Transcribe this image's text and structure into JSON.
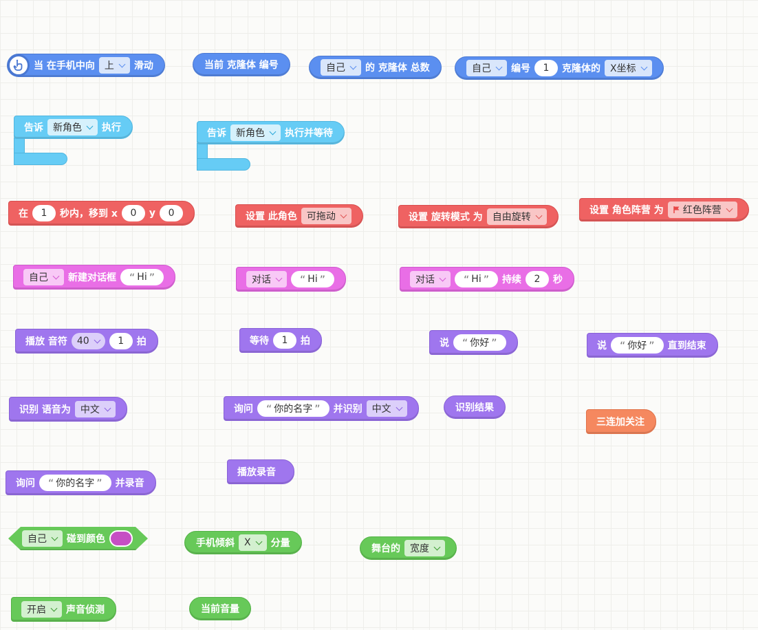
{
  "colors": {
    "motion": "#5b8ff0",
    "control": "#66ccf5",
    "looks": "#ef6262",
    "dialog": "#e96ee6",
    "sound": "#9f76ee",
    "extension": "#f5885f",
    "sensing": "#67c959",
    "swatch": "#c64fc4"
  },
  "b1": {
    "t1": "当 在手机中向",
    "dd": "上",
    "t2": "滑动",
    "icon": "touch-hand-icon"
  },
  "b2": {
    "t1": "当前 克隆体 编号"
  },
  "b3": {
    "dd": "自己",
    "t1": "的 克隆体 总数"
  },
  "b4": {
    "dd": "自己",
    "t1": "编号",
    "num": "1",
    "t2": "克隆体的",
    "dd2": "X坐标"
  },
  "b5": {
    "t1": "告诉",
    "dd": "新角色",
    "t2": "执行"
  },
  "b6": {
    "t1": "告诉",
    "dd": "新角色",
    "t2": "执行并等待"
  },
  "b7": {
    "t1": "在",
    "n1": "1",
    "t2": "秒内，移到 x",
    "n2": "0",
    "t3": "y",
    "n3": "0"
  },
  "b8": {
    "t1": "设置 此角色",
    "dd": "可拖动"
  },
  "b9": {
    "t1": "设置 旋转模式 为",
    "dd": "自由旋转"
  },
  "b10": {
    "t1": "设置 角色阵营 为",
    "dd": "红色阵营",
    "icon": "red-flag-icon"
  },
  "b11": {
    "dd": "自己",
    "t1": "新建对话框",
    "s": "Hi"
  },
  "b12": {
    "dd": "对话",
    "s": "Hi"
  },
  "b13": {
    "dd": "对话",
    "s": "Hi",
    "t1": "持续",
    "n": "2",
    "t2": "秒"
  },
  "b14": {
    "t1": "播放 音符",
    "dd": "40",
    "n": "1",
    "t2": "拍"
  },
  "b15": {
    "t1": "等待",
    "n": "1",
    "t2": "拍"
  },
  "b16": {
    "t1": "说",
    "s": "你好"
  },
  "b17": {
    "t1": "说",
    "s": "你好",
    "t2": "直到结束"
  },
  "b18": {
    "t1": "识别 语音为",
    "dd": "中文"
  },
  "b19": {
    "t1": "询问",
    "s": "你的名字",
    "t2": "并识别",
    "dd": "中文"
  },
  "b20": {
    "t1": "识别结果"
  },
  "b21": {
    "t1": "三连加关注"
  },
  "b22": {
    "t1": "询问",
    "s": "你的名字",
    "t2": "并录音"
  },
  "b23": {
    "t1": "播放录音"
  },
  "b24": {
    "dd": "自己",
    "t1": "碰到颜色"
  },
  "b25": {
    "t1": "手机倾斜",
    "dd": "X",
    "t2": "分量"
  },
  "b26": {
    "t1": "舞台的",
    "dd": "宽度"
  },
  "b27": {
    "dd": "开启",
    "t1": "声音侦测"
  },
  "b28": {
    "t1": "当前音量"
  },
  "quote_open": "“",
  "quote_close": "”"
}
